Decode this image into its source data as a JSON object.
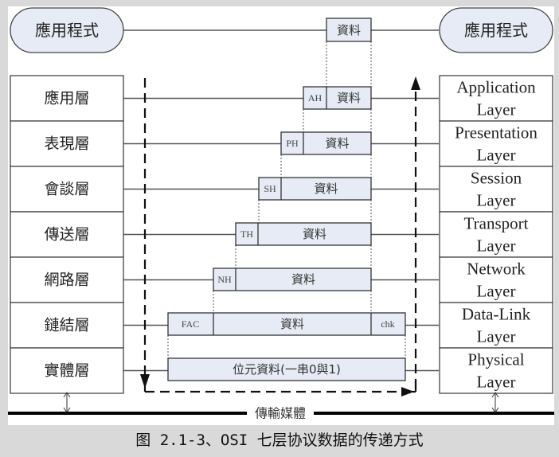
{
  "app_pills": {
    "left": "應用程式",
    "right": "應用程式"
  },
  "data_label": "資料",
  "left_layers": [
    "應用層",
    "表現層",
    "會談層",
    "傳送層",
    "網路層",
    "鏈結層",
    "實體層"
  ],
  "right_layers": [
    [
      "Application",
      "Layer"
    ],
    [
      "Presentation",
      "Layer"
    ],
    [
      "Session",
      "Layer"
    ],
    [
      "Transport",
      "Layer"
    ],
    [
      "Network",
      "Layer"
    ],
    [
      "Data-Link",
      "Layer"
    ],
    [
      "Physical",
      "Layer"
    ]
  ],
  "headers": [
    "AH",
    "PH",
    "SH",
    "TH",
    "NH",
    "FAC"
  ],
  "trailer": "chk",
  "physical_data": "位元資料(一串0與1)",
  "medium_label": "傳輸媒體",
  "caption": "图 2.1-3、OSI 七层协议数据的传递方式",
  "colors": {
    "packet_fill": "#e6ebf5",
    "pill_fill": "#e6ebf5",
    "background": "#d9d9d9"
  }
}
